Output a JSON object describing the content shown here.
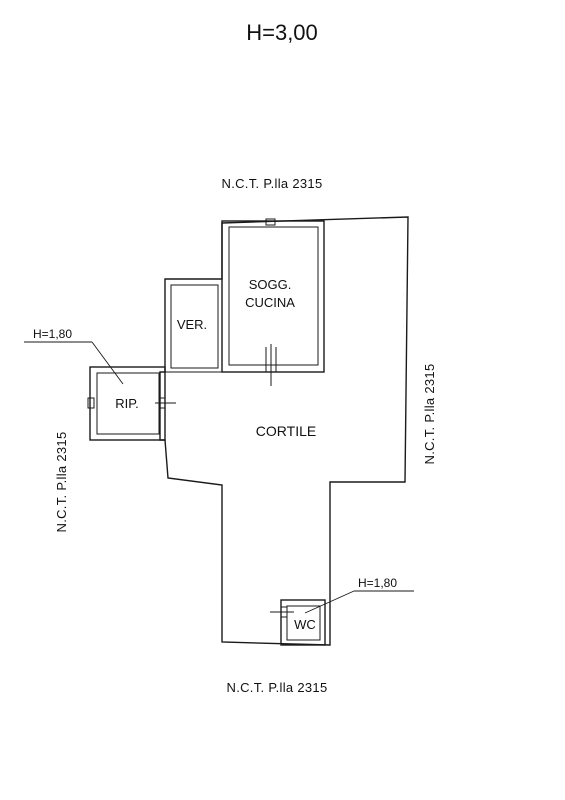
{
  "title": "H=3,00",
  "references": {
    "top": "N.C.T. P.lla 2315",
    "bottom": "N.C.T. P.lla 2315",
    "left": "N.C.T. P.lla 2315",
    "right": "N.C.T. P.lla 2315"
  },
  "rooms": {
    "kitchen_line1": "SOGG.",
    "kitchen_line2": "CUCINA",
    "veranda": "VER.",
    "storage": "RIP.",
    "courtyard": "CORTILE",
    "wc": "WC"
  },
  "height_notes": {
    "storage": "H=1,80",
    "wc": "H=1,80"
  }
}
